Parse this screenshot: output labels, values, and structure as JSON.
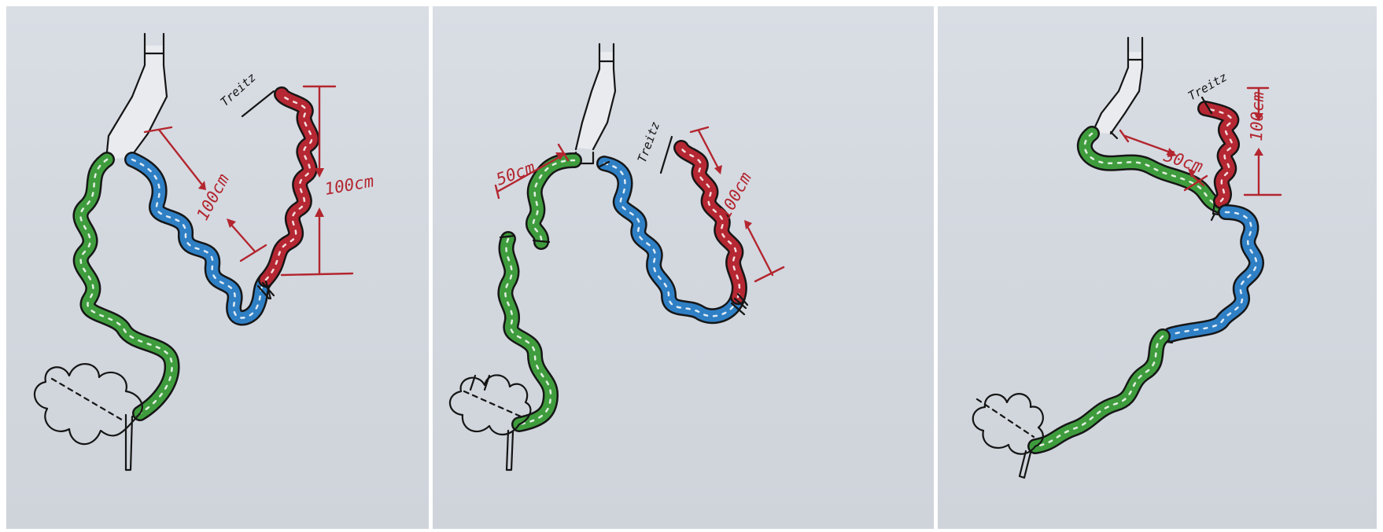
{
  "colors": {
    "alimentary_limb": "#3f9c3d",
    "biliopancreatic_limb": "#2f7fc4",
    "common_channel": "#b52732",
    "annotation": "#b3262f",
    "pen": "#151515",
    "paper": "#d6dae1"
  },
  "panels": [
    {
      "labels": {
        "tag": "Treitz",
        "measure_a": "100cm",
        "measure_b": "100cm"
      }
    },
    {
      "labels": {
        "tag": "Treitz",
        "measure_a": "50cm",
        "measure_b": "100cm"
      }
    },
    {
      "labels": {
        "tag": "Treitz",
        "measure_a": "50cm",
        "measure_b": "100cm"
      }
    }
  ]
}
